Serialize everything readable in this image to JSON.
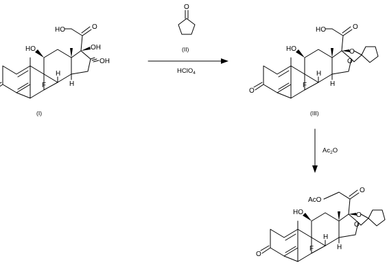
{
  "compounds": {
    "c1": {
      "label": "(I)"
    },
    "c2": {
      "label": "(II)"
    },
    "c3": {
      "label": "(III)"
    }
  },
  "arrows": {
    "a1": {
      "reagent": "HClO",
      "reagent_sub": "4"
    },
    "a2": {
      "reagent": "Ac",
      "reagent_sub": "2",
      "reagent_tail": "O"
    }
  },
  "atoms": {
    "O": "O",
    "OH": "OH",
    "HO": "HO",
    "H": "H",
    "F": "F",
    "AcO": "AcO"
  }
}
